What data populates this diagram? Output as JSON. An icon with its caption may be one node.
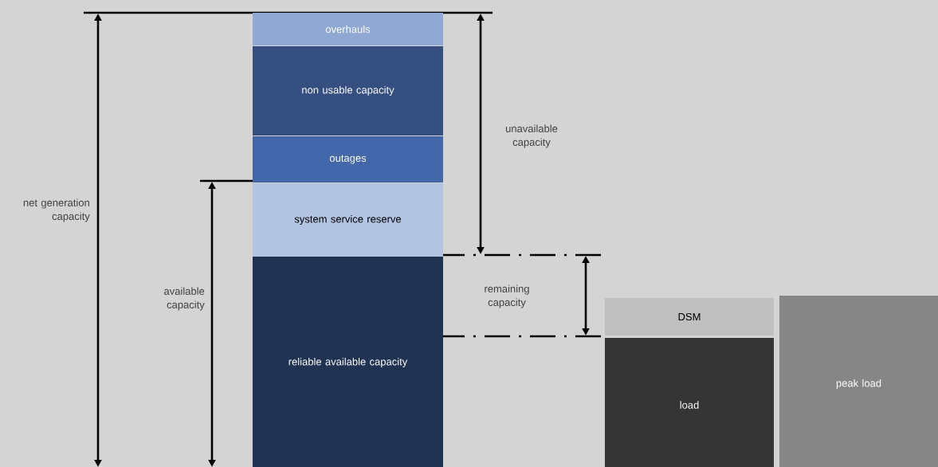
{
  "diagram": {
    "nodes": [
      {
        "text": [
          "overhauls"
        ]
      },
      {
        "text": [
          "non usable capacity"
        ]
      },
      {
        "text": [
          "outages"
        ]
      },
      {
        "text": [
          "system service reserve"
        ]
      },
      {
        "text": [
          "reliable available capacity"
        ]
      },
      {
        "text": [
          "DSM"
        ]
      },
      {
        "text": [
          "load"
        ]
      },
      {
        "text": [
          "peak load"
        ]
      }
    ],
    "labels": [
      "net generation capacity",
      "available capacity",
      "unavailable capacity",
      "remaining capacity"
    ]
  }
}
